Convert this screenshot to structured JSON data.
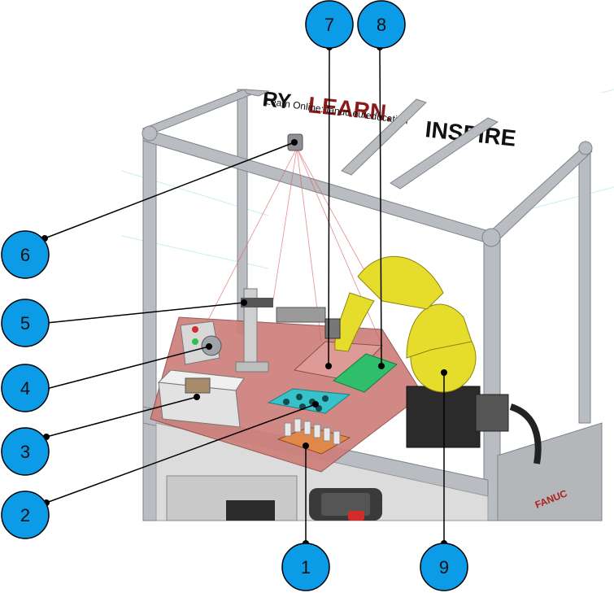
{
  "banner": {
    "try_fragment": "RY",
    "learn": "LEARN.",
    "inspire": "INSPIRE",
    "learn_online": "Learn Online: fanuc.eu/education",
    "brand_color": "#8b1a1a"
  },
  "cabinet": {
    "brand": "FANUC"
  },
  "colors": {
    "callout_fill": "#0c9be6",
    "leader_line": "#000000",
    "frame": "#b9bdc2",
    "table": "#cd7f7a",
    "robot": "#e6dc2c",
    "tray": "#2fbf6a",
    "puck_tray": "#37c2c9"
  },
  "callouts": [
    {
      "id": "1",
      "label": "1"
    },
    {
      "id": "2",
      "label": "2"
    },
    {
      "id": "3",
      "label": "3"
    },
    {
      "id": "4",
      "label": "4"
    },
    {
      "id": "5",
      "label": "5"
    },
    {
      "id": "6",
      "label": "6"
    },
    {
      "id": "7",
      "label": "7"
    },
    {
      "id": "8",
      "label": "8"
    },
    {
      "id": "9",
      "label": "9"
    }
  ]
}
